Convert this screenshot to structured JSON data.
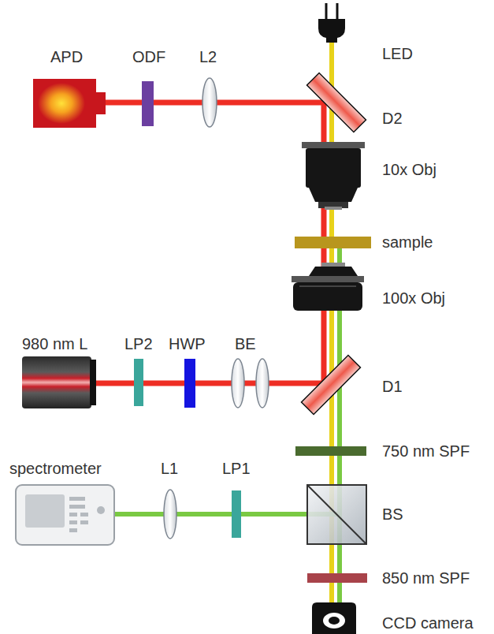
{
  "diagram": {
    "labels": [
      "LED",
      "APD",
      "ODF",
      "L2",
      "D2",
      "10x Obj",
      "sample",
      "100x Obj",
      "980 nm L",
      "LP2",
      "HWP",
      "BE",
      "D1",
      "750 nm SPF",
      "spectrometer",
      "L1",
      "LP1",
      "BS",
      "850 nm SPF",
      "CCD camera"
    ]
  }
}
